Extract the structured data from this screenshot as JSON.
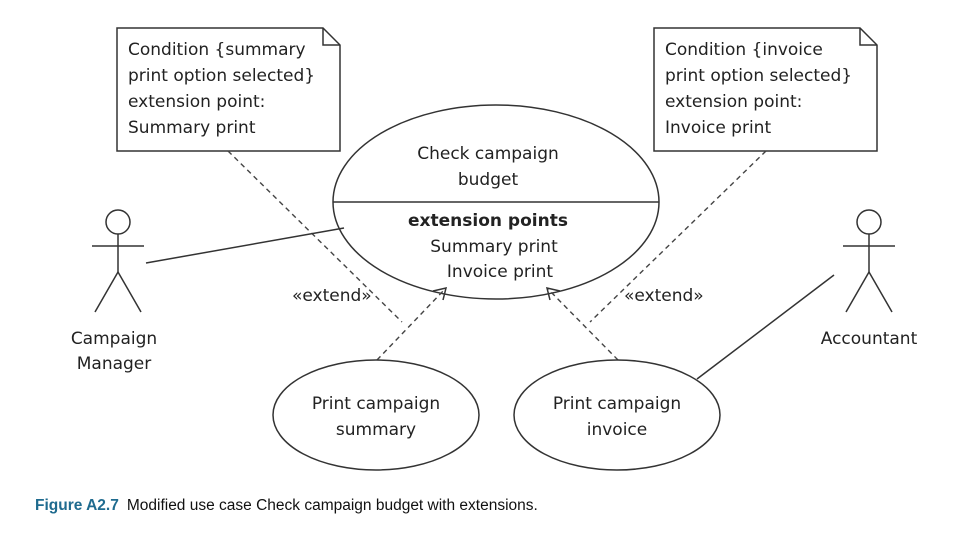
{
  "colors": {
    "line": "#333333",
    "caption_label": "#1f6b8f"
  },
  "notes": {
    "left": [
      "Condition {summary",
      "print option selected}",
      "extension point:",
      "Summary print"
    ],
    "right": [
      "Condition {invoice",
      "print option selected}",
      "extension point:",
      "Invoice print"
    ]
  },
  "main_use_case": {
    "name_lines": [
      "Check campaign",
      "budget"
    ],
    "compartment_title": "extension points",
    "extension_points": [
      "Summary print",
      "Invoice print"
    ]
  },
  "actors": {
    "left_lines": [
      "Campaign",
      "Manager"
    ],
    "right_lines": [
      "Accountant"
    ]
  },
  "extend_label": "«extend»",
  "use_cases": {
    "summary_lines": [
      "Print campaign",
      "summary"
    ],
    "invoice_lines": [
      "Print campaign",
      "invoice"
    ]
  },
  "caption": {
    "label": "Figure A2.7",
    "text": "Modified use case Check campaign budget with extensions."
  }
}
